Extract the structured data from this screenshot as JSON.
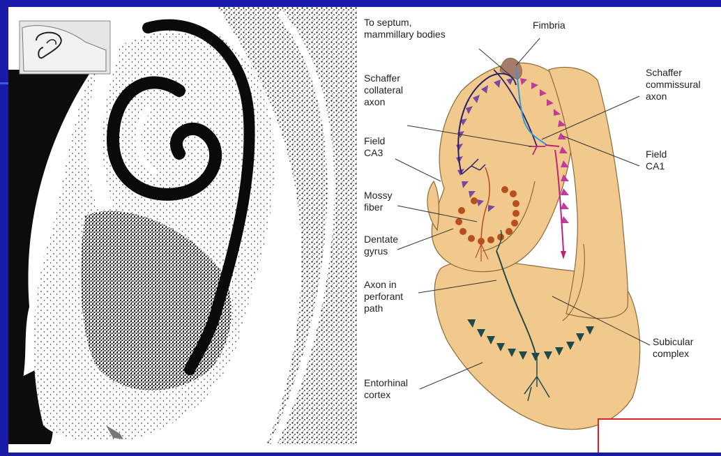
{
  "labels": {
    "to_septum": "To septum,\nmammillary bodies",
    "fimbria": "Fimbria",
    "schaffer_collateral": "Schaffer\ncollateral\naxon",
    "schaffer_commissural": "Schaffer\ncommissural\naxon",
    "field_ca3": "Field\nCA3",
    "field_ca1": "Field\nCA1",
    "mossy_fiber": "Mossy\nfiber",
    "dentate_gyrus": "Dentate\ngyrus",
    "perforant_path": "Axon in\nperforant\npath",
    "subicular_complex": "Subicular\ncomplex",
    "entorhinal_cortex": "Entorhinal\ncortex"
  },
  "colors": {
    "slide_background": "#1a1aa8",
    "tissue": "#f2c98c",
    "tissue_outline": "#8a6a3a",
    "fimbria_fill": "#a77a6e",
    "ca3_pyramidal": "#7a4aa0",
    "ca1_pyramidal": "#c03c9a",
    "dentate_granule": "#b8501e",
    "entorhinal_cells": "#1f4a4a",
    "perforant_axon": "#1f4a4a",
    "schaffer_axon": "#2a1f6a",
    "commissural_axon": "#2e9ad8",
    "ca1_axon": "#c0207a",
    "mossy_axon": "#b8501e",
    "annotation_box": "#e02020"
  }
}
